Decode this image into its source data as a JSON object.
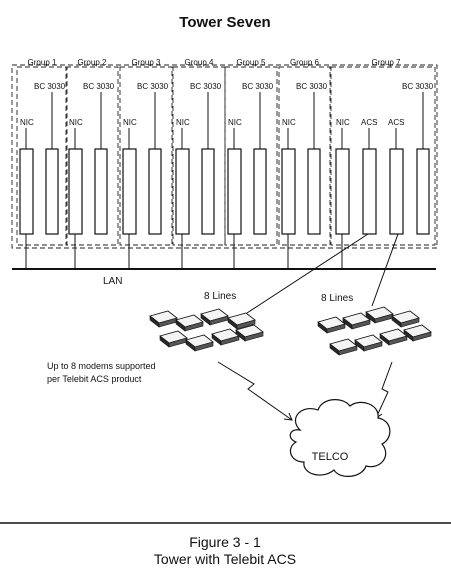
{
  "title": "Tower Seven",
  "groups": [
    {
      "label": "Group 1",
      "nic": "NIC",
      "bc": "BC 3030"
    },
    {
      "label": "Group 2",
      "nic": "NIC",
      "bc": "BC 3030"
    },
    {
      "label": "Group 3",
      "nic": "NIC",
      "bc": "BC 3030"
    },
    {
      "label": "Group 4",
      "nic": "NIC",
      "bc": "BC 3030"
    },
    {
      "label": "Group 5",
      "nic": "NIC",
      "bc": "BC 3030"
    },
    {
      "label": "Group 6",
      "nic": "NIC",
      "bc": "BC 3030"
    }
  ],
  "group7": {
    "label": "Group 7",
    "nic": "NIC",
    "acs1": "ACS",
    "acs2": "ACS",
    "bc": "BC 3030"
  },
  "lan_label": "LAN",
  "lines_left": "8 Lines",
  "lines_right": "8 Lines",
  "note_line1": "Up to 8 modems supported",
  "note_line2": "per Telebit ACS product",
  "telco": "TELCO",
  "caption_line1": "Figure 3 - 1",
  "caption_line2": "Tower with Telebit ACS"
}
